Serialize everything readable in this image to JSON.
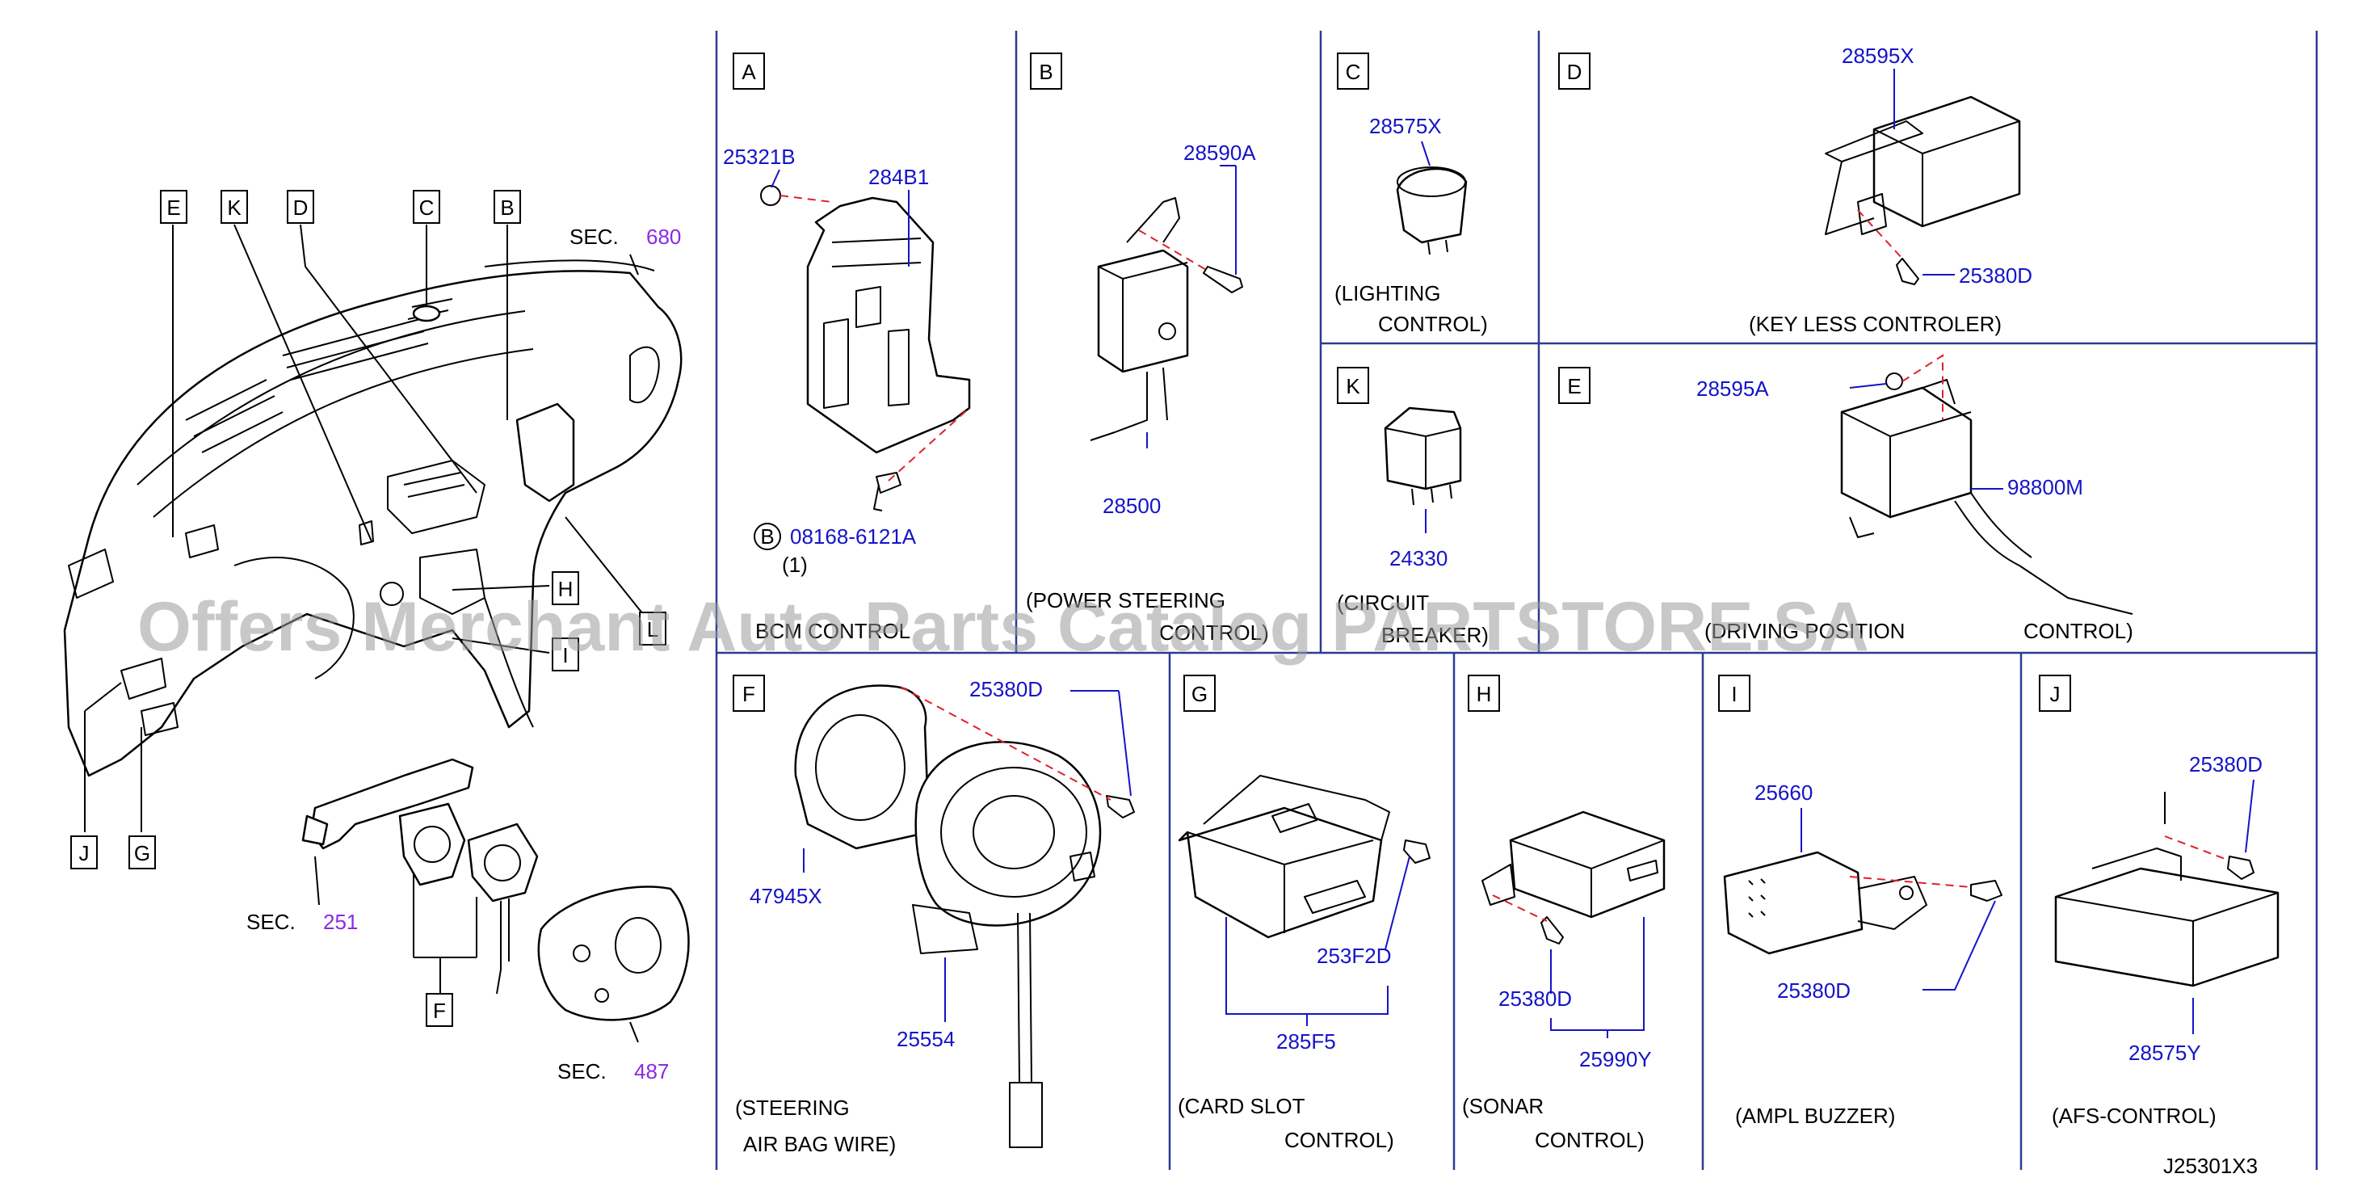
{
  "overview": {
    "callouts": [
      "E",
      "K",
      "D",
      "C",
      "B",
      "H",
      "I",
      "L",
      "J",
      "G",
      "F"
    ],
    "sec_label": "SEC.",
    "sec_numbers": {
      "s680": "680",
      "s251": "251",
      "s487": "487"
    }
  },
  "panels": {
    "A": {
      "letter": "A",
      "parts": [
        "25321B",
        "284B1",
        "08168-6121A"
      ],
      "circle": "B",
      "qty": "(1)",
      "caption": [
        "BCM  CONTROL"
      ]
    },
    "B": {
      "letter": "B",
      "parts": [
        "28590A",
        "28500"
      ],
      "caption": [
        "(POWER  STEERING",
        "CONTROL)"
      ]
    },
    "C": {
      "letter": "C",
      "parts": [
        "28575X"
      ],
      "caption": [
        "(LIGHTING",
        "CONTROL)"
      ]
    },
    "D": {
      "letter": "D",
      "parts": [
        "28595X",
        "25380D"
      ],
      "caption": [
        "(KEY   LESS   CONTROLER)"
      ]
    },
    "K": {
      "letter": "K",
      "parts": [
        "24330"
      ],
      "caption": [
        "(CIRCUIT",
        "BREAKER)"
      ]
    },
    "E": {
      "letter": "E",
      "parts": [
        "28595A",
        "98800M"
      ],
      "caption": [
        "(DRIVING  POSITION",
        "CONTROL)"
      ]
    },
    "F": {
      "letter": "F",
      "parts": [
        "25380D",
        "47945X",
        "25554"
      ],
      "caption": [
        "(STEERING",
        "AIR  BAG  WIRE)"
      ]
    },
    "G": {
      "letter": "G",
      "parts": [
        "253F2D",
        "285F5"
      ],
      "caption": [
        "(CARD   SLOT",
        "CONTROL)"
      ]
    },
    "H": {
      "letter": "H",
      "parts": [
        "25380D",
        "25990Y"
      ],
      "caption": [
        "(SONAR",
        "CONTROL)"
      ]
    },
    "I": {
      "letter": "I",
      "parts": [
        "25660",
        "25380D"
      ],
      "caption": [
        "(AMPL   BUZZER)"
      ]
    },
    "J": {
      "letter": "J",
      "parts": [
        "25380D",
        "28575Y"
      ],
      "caption": [
        "(AFS-CONTROL)"
      ]
    }
  },
  "diagram_code": "J25301X3",
  "watermark": "Offers Merchant Auto Parts Catalog PARTSTORE.SA",
  "colors": {
    "part_number": "#1414c8",
    "sec_number": "#8a2be2",
    "grid": "#2b3d8f",
    "dashed": "#e0202a"
  }
}
